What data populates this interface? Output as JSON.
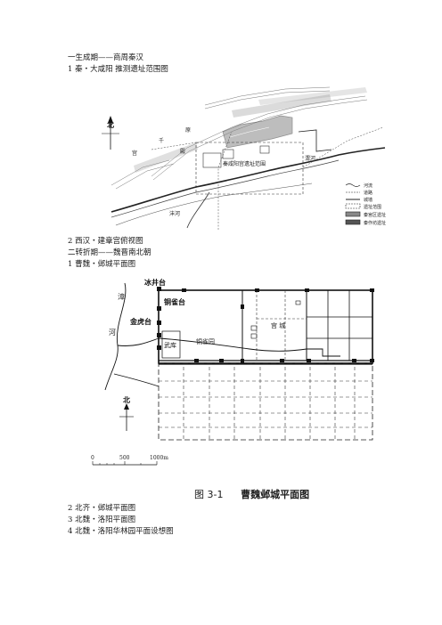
{
  "text_lines": {
    "l1": "一生成期——商周秦汉",
    "l2": "1 秦・大咸阳  推测遗址范围图",
    "l3": "2 西汉・建章宫俯视图",
    "l4": "二转折期——魏晋南北朝",
    "l5": "1 曹魏・邺城平面图",
    "l6": "2 北齐・邺城平面图",
    "l7": "3 北魏・洛阳平面图",
    "l8": "4 北魏・洛阳华林园平面设想图"
  },
  "map1": {
    "label_north": "北",
    "label_qian": "千",
    "label_yuan": "原",
    "label_gong": "宫",
    "label_dian": "殿",
    "label_site": "秦咸阳宫遗址范围",
    "label_wei": "渭河",
    "label_feng": "沣河",
    "legend": [
      "河流",
      "道路",
      "城墙",
      "遗址范围",
      "秦宫区遗址",
      "秦作坊遗址"
    ]
  },
  "map2": {
    "label_bingjingtai": "冰井台",
    "label_tongquetai": "铜雀台",
    "label_jinhutai": "金虎台",
    "label_zhang": "漳",
    "label_he": "河",
    "label_wuku": "武库",
    "label_tongqueyuan": "铜雀园",
    "label_gongcheng": "宫 城",
    "label_north": "北",
    "scale_0": "0",
    "scale_500": "500",
    "scale_1000": "1000m"
  },
  "caption": {
    "fig_no": "图 3-1",
    "title": "曹魏邺城平面图"
  }
}
